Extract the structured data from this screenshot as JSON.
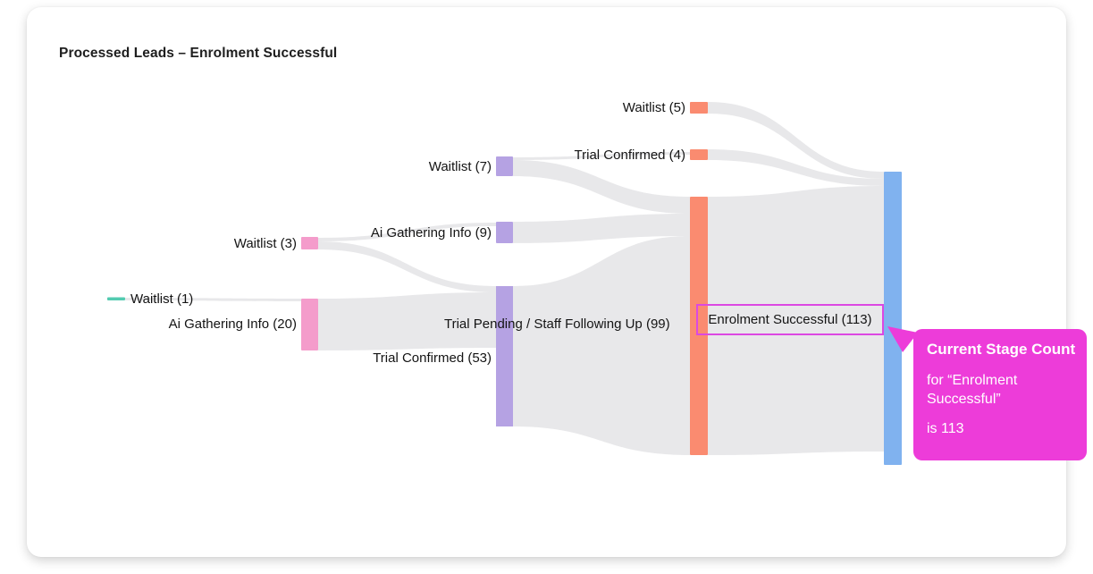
{
  "header": {
    "title": "Processed Leads – Enrolment Successful"
  },
  "colors": {
    "teal": "#53cbb0",
    "pink": "#f49ccb",
    "purple": "#b5a2e3",
    "salmon": "#fa8b70",
    "blue": "#80b2ef",
    "flow": "#e8e8ea",
    "tooltip_bg": "#ed3cd9",
    "highlight_border": "#dc48e2",
    "label_text": "#141414"
  },
  "chart_data": {
    "type": "sankey",
    "title": "Processed Leads – Enrolment Successful",
    "nodes": [
      {
        "id": "waitlist-1",
        "label": "Waitlist",
        "count": 1,
        "display": "Waitlist (1)",
        "color": "teal"
      },
      {
        "id": "waitlist-3",
        "label": "Waitlist",
        "count": 3,
        "display": "Waitlist (3)",
        "color": "pink"
      },
      {
        "id": "ai-gathering-info-20",
        "label": "Ai Gathering Info",
        "count": 20,
        "display": "Ai Gathering Info (20)",
        "color": "pink"
      },
      {
        "id": "waitlist-7",
        "label": "Waitlist",
        "count": 7,
        "display": "Waitlist (7)",
        "color": "purple"
      },
      {
        "id": "ai-gathering-info-9",
        "label": "Ai Gathering Info",
        "count": 9,
        "display": "Ai Gathering Info (9)",
        "color": "purple"
      },
      {
        "id": "trial-pending-staff-following-up-99",
        "label": "Trial Pending / Staff Following Up",
        "count": 99,
        "display": "Trial Pending / Staff Following Up (99)",
        "color": "purple"
      },
      {
        "id": "trial-confirmed-53",
        "label": "Trial Confirmed",
        "count": 53,
        "display": "Trial Confirmed (53)",
        "color": "purple"
      },
      {
        "id": "waitlist-5",
        "label": "Waitlist",
        "count": 5,
        "display": "Waitlist (5)",
        "color": "salmon"
      },
      {
        "id": "trial-confirmed-4",
        "label": "Trial Confirmed",
        "count": 4,
        "display": "Trial Confirmed (4)",
        "color": "salmon"
      },
      {
        "id": "enrolment-successful-113",
        "label": "Enrolment Successful",
        "count": 113,
        "display": "Enrolment Successful (113)",
        "color": "salmon",
        "highlighted": true
      },
      {
        "id": "current-stage",
        "label": "",
        "display": "",
        "color": "blue"
      }
    ],
    "links": [
      {
        "source": "waitlist-1",
        "target": "ai-gathering-info-20"
      },
      {
        "source": "waitlist-3",
        "target": "ai-gathering-info-9"
      },
      {
        "source": "waitlist-3",
        "target": "trial-pending-staff-following-up-99"
      },
      {
        "source": "ai-gathering-info-20",
        "target": "trial-pending-staff-following-up-99"
      },
      {
        "source": "waitlist-7",
        "target": "trial-confirmed-4"
      },
      {
        "source": "waitlist-7",
        "target": "enrolment-successful-113"
      },
      {
        "source": "ai-gathering-info-9",
        "target": "enrolment-successful-113"
      },
      {
        "source": "trial-pending-staff-following-up-99",
        "target": "enrolment-successful-113"
      },
      {
        "source": "trial-confirmed-53",
        "target": "enrolment-successful-113"
      },
      {
        "source": "waitlist-5",
        "target": "current-stage"
      },
      {
        "source": "trial-confirmed-4",
        "target": "current-stage"
      },
      {
        "source": "enrolment-successful-113",
        "target": "current-stage"
      }
    ],
    "legend_position": "none",
    "grid": false
  },
  "tooltip": {
    "title": "Current Stage Count",
    "line1": "for “Enrolment Successful”",
    "line2": "is 113"
  }
}
